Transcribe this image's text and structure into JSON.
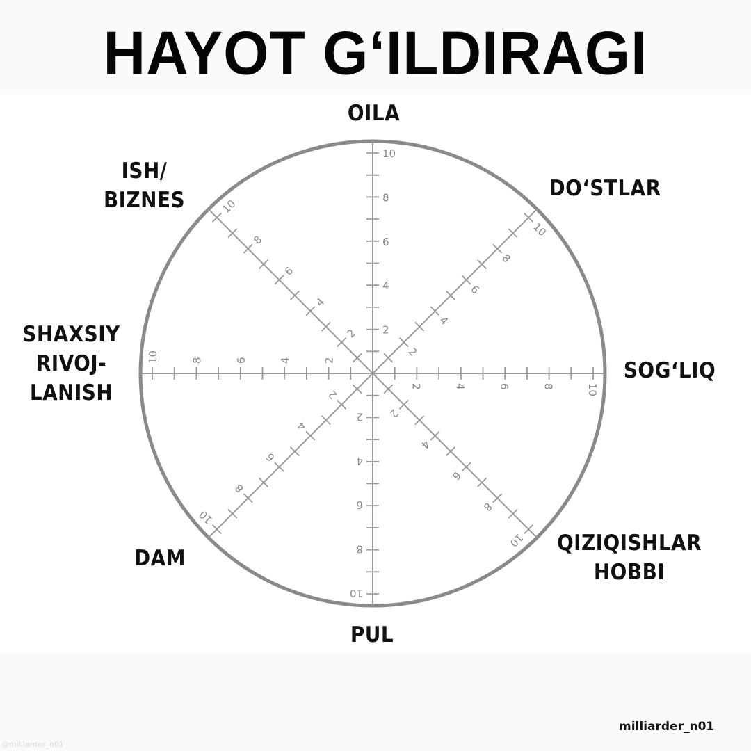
{
  "title": "HAYOT G‘ILDIRAGI",
  "wheel": {
    "scale_max": 10,
    "tick_step": 1,
    "label_step": 2,
    "tick_labels": [
      "2",
      "4",
      "6",
      "8",
      "10"
    ],
    "colors": {
      "circle": "#8a8a8a",
      "spokes": "#9a9a9a",
      "text": "#111111"
    },
    "segments": [
      {
        "line1": "OILA",
        "line2": ""
      },
      {
        "line1": "DO‘STLAR",
        "line2": ""
      },
      {
        "line1": "SOG‘LIQ",
        "line2": ""
      },
      {
        "line1": "QIZIQISHLAR",
        "line2": "HOBBI"
      },
      {
        "line1": "PUL",
        "line2": ""
      },
      {
        "line1": "DAM",
        "line2": ""
      },
      {
        "line1": "SHAXSIY",
        "line2": "RIVOJ-",
        "line3": "LANISH"
      },
      {
        "line1": "ISH/",
        "line2": "BIZNES"
      }
    ]
  },
  "watermark": "milliarder_n01",
  "watermark_faint": "@milliarder_n01"
}
